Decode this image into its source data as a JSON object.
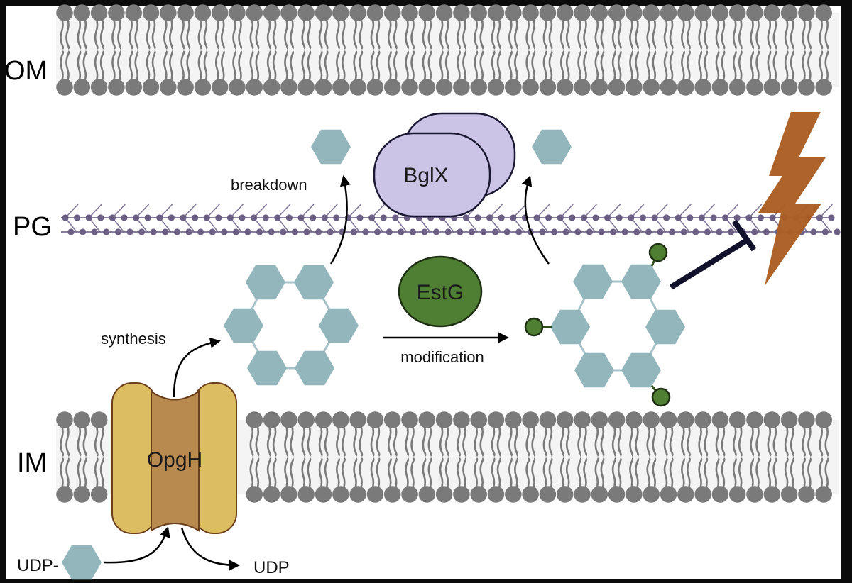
{
  "diagram": {
    "title": "OPG synthesis, modification and breakdown in the cell envelope",
    "layers": {
      "outer_membrane": "OM",
      "peptidoglycan": "PG",
      "inner_membrane": "IM"
    },
    "proteins": {
      "synthase": "OpgH",
      "modifier": "EstG",
      "hydrolase": "BglX"
    },
    "process_labels": {
      "synthesis": "synthesis",
      "modification": "modification",
      "breakdown": "breakdown"
    },
    "substrates": {
      "udp_glucose": "UDP-",
      "udp": "UDP"
    },
    "icons": {
      "stress": "lightning-bolt-icon",
      "inhibition": "inhibition-bar-icon",
      "glucose_unit": "hexagon-icon",
      "modification_group": "green-circle-icon"
    },
    "colors": {
      "lipid": "#7a7a7a",
      "membrane_fill": "#f4f4f4",
      "peptidoglycan": "#6b5f86",
      "glucose": "#93b6bd",
      "bglx_fill": "#cbc4e6",
      "estg_fill": "#4f7f32",
      "opgh_outer": "#ddbd62",
      "opgh_inner": "#b98a50",
      "stress": "#aa5e23",
      "inhibitor": "#12112b"
    }
  }
}
